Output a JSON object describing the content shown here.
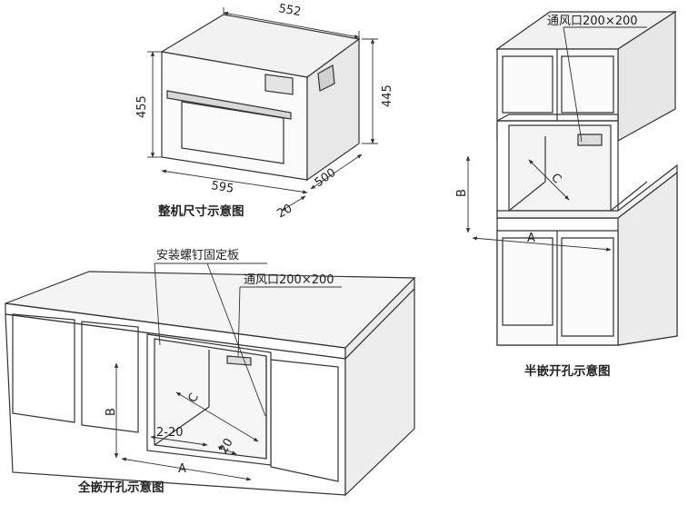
{
  "unit_dimensions": {
    "width": "552",
    "height_front": "455",
    "height_side": "445",
    "front_width": "595",
    "depth": "500",
    "offset": "20",
    "caption": "整机尺寸示意图"
  },
  "half_embedded": {
    "vent_label": "通风口200×200",
    "dim_b": "B",
    "dim_c": "C",
    "dim_a": "A",
    "caption": "半嵌开孔示意图"
  },
  "full_embedded": {
    "plate_label": "安装螺钉固定板",
    "vent_label": "通风口200×200",
    "dim_b": "B",
    "dim_c": "C",
    "dim_a": "A",
    "gap_label": "2-20",
    "offset_label": "20",
    "caption": "全嵌开孔示意图"
  }
}
